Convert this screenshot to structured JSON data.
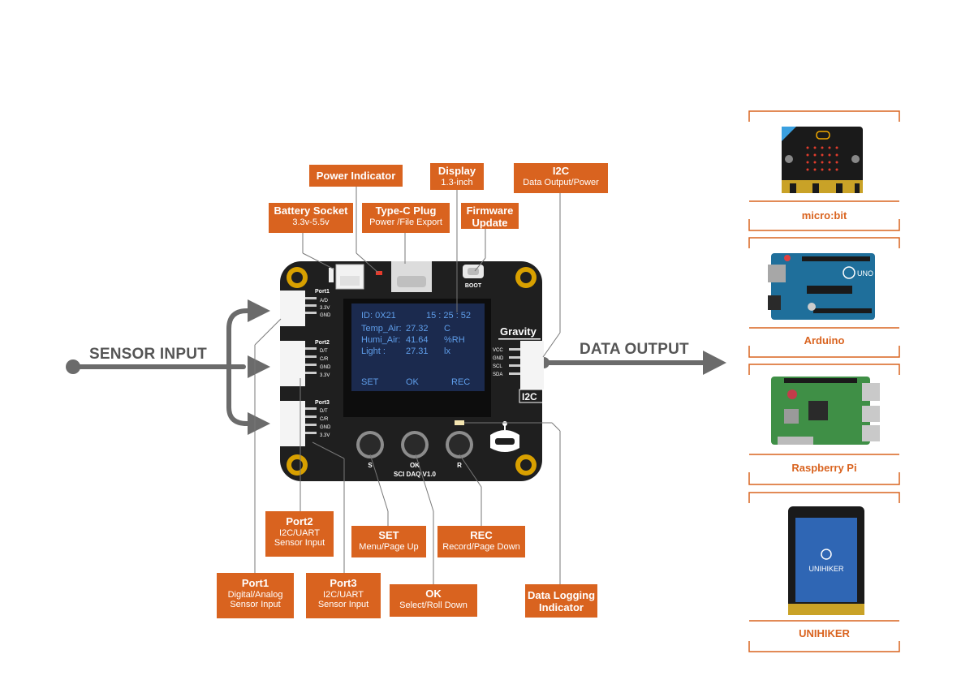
{
  "colors": {
    "accent": "#d9631f",
    "board": "#1f1f1f",
    "screen": "#1b2a4e",
    "screen_text": "#5f9eea",
    "arrow": "#6b6b6b"
  },
  "flow": {
    "input_label": "SENSOR INPUT",
    "output_label": "DATA OUTPUT"
  },
  "callouts": {
    "power_indicator": {
      "title": "Power Indicator"
    },
    "battery": {
      "title": "Battery Socket",
      "sub": "3.3v-5.5v"
    },
    "typec": {
      "title": "Type-C Plug",
      "sub": "Power /File Export"
    },
    "display": {
      "title": "Display",
      "sub": "1.3-inch"
    },
    "firmware": {
      "title": "Firmware",
      "title2": "Update"
    },
    "i2c": {
      "title": "I2C",
      "sub": "Data Output/Power"
    },
    "port2": {
      "title": "Port2",
      "sub": "I2C/UART",
      "sub2": "Sensor Input"
    },
    "port1": {
      "title": "Port1",
      "sub": "Digital/Analog",
      "sub2": "Sensor Input"
    },
    "port3": {
      "title": "Port3",
      "sub": "I2C/UART",
      "sub2": "Sensor Input"
    },
    "set": {
      "title": "SET",
      "sub": "Menu/Page Up"
    },
    "rec": {
      "title": "REC",
      "sub": "Record/Page Down"
    },
    "ok": {
      "title": "OK",
      "sub": "Select/Roll Down"
    },
    "datalog": {
      "title": "Data Logging",
      "title2": "Indicator"
    }
  },
  "board": {
    "model": "SCI DAQ V1.0",
    "boot_label": "BOOT",
    "gravity_label": "Gravity",
    "i2c_label": "I2C",
    "ports": [
      {
        "name": "Port1",
        "pins": [
          "A/D",
          "3.3V",
          "GND"
        ]
      },
      {
        "name": "Port2",
        "pins": [
          "D/T",
          "C/R",
          "GND",
          "3.3V"
        ]
      },
      {
        "name": "Port3",
        "pins": [
          "D/T",
          "C/R",
          "GND",
          "3.3V"
        ]
      }
    ],
    "i2c_pins": [
      "VCC",
      "GND",
      "SCL",
      "SDA"
    ],
    "buttons": [
      "S",
      "OK",
      "R"
    ],
    "screen": {
      "id_line": "ID:  0X21",
      "time": "15 : 25 : 52",
      "rows": [
        {
          "label": "Temp_Air:",
          "value": "27.32",
          "unit": "C"
        },
        {
          "label": "Humi_Air:",
          "value": "41.64",
          "unit": "%RH"
        },
        {
          "label": "Light     :",
          "value": "27.31",
          "unit": "lx"
        }
      ],
      "softkeys": [
        "SET",
        "OK",
        "REC"
      ]
    }
  },
  "outputs": [
    {
      "label": "micro:bit",
      "icon": "microbit-board-icon"
    },
    {
      "label": "Arduino",
      "icon": "arduino-uno-board-icon"
    },
    {
      "label": "Raspberry Pi",
      "icon": "raspberry-pi-board-icon"
    },
    {
      "label": "UNIHIKER",
      "icon": "unihiker-device-icon",
      "screen_text": "UNIHIKER"
    }
  ]
}
